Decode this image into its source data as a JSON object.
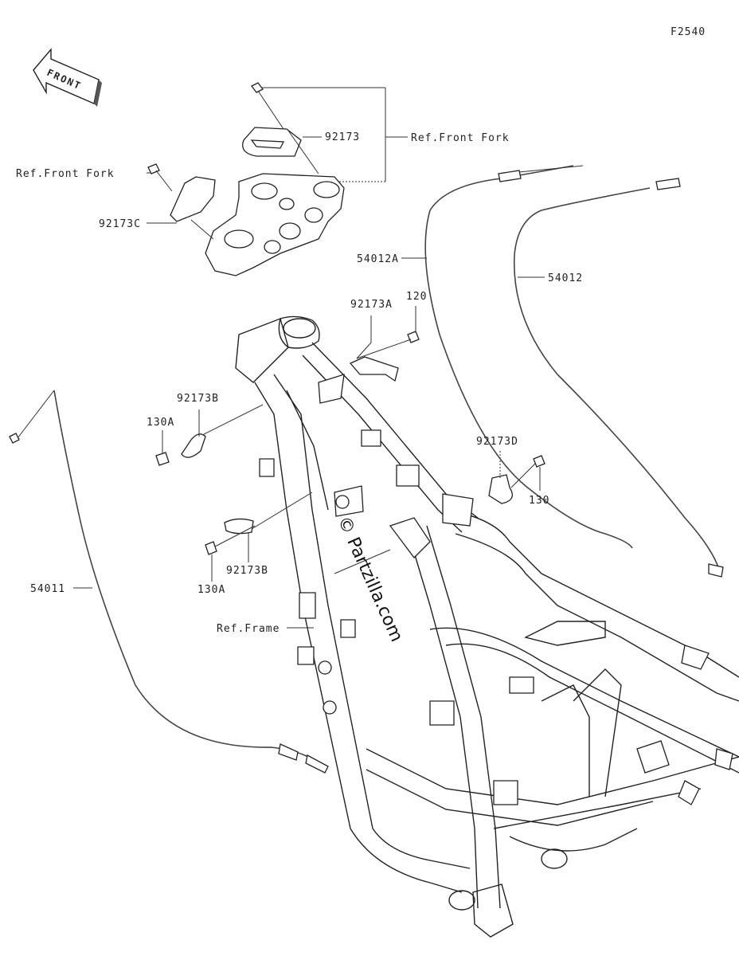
{
  "diagram_code": "F2540",
  "front_arrow_label": "FRONT",
  "watermark": "© Partzilla.com",
  "labels": {
    "p92173": "92173",
    "ref_front_fork_right": "Ref.Front Fork",
    "ref_front_fork_left": "Ref.Front Fork",
    "p92173c": "92173C",
    "p54012a": "54012A",
    "p54012": "54012",
    "p92173a": "92173A",
    "p120": "120",
    "p92173b_upper": "92173B",
    "p130a_upper": "130A",
    "p92173d": "92173D",
    "p130": "130",
    "p92173b_lower": "92173B",
    "p130a_lower": "130A",
    "p54011": "54011",
    "ref_frame": "Ref.Frame"
  }
}
